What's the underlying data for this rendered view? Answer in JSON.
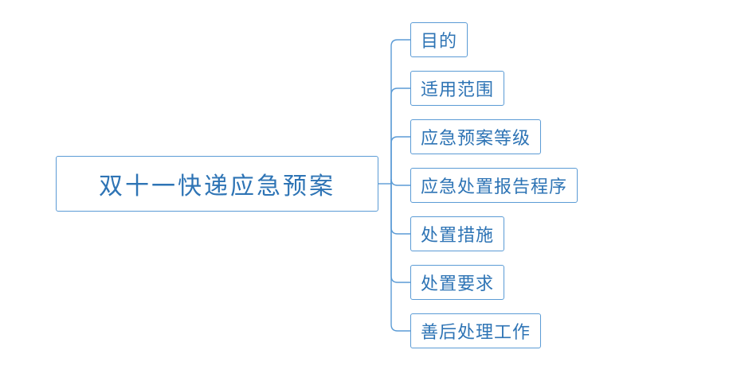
{
  "root": {
    "label": "双十一快递应急预案"
  },
  "children": [
    {
      "label": "目的"
    },
    {
      "label": "适用范围"
    },
    {
      "label": "应急预案等级"
    },
    {
      "label": "应急处置报告程序"
    },
    {
      "label": "处置措施"
    },
    {
      "label": "处置要求"
    },
    {
      "label": "善后处理工作"
    }
  ],
  "colors": {
    "node_border": "#5B9BD5",
    "node_text": "#2E74B5",
    "connector": "#5B9BD5",
    "background": "#FFFFFF"
  }
}
